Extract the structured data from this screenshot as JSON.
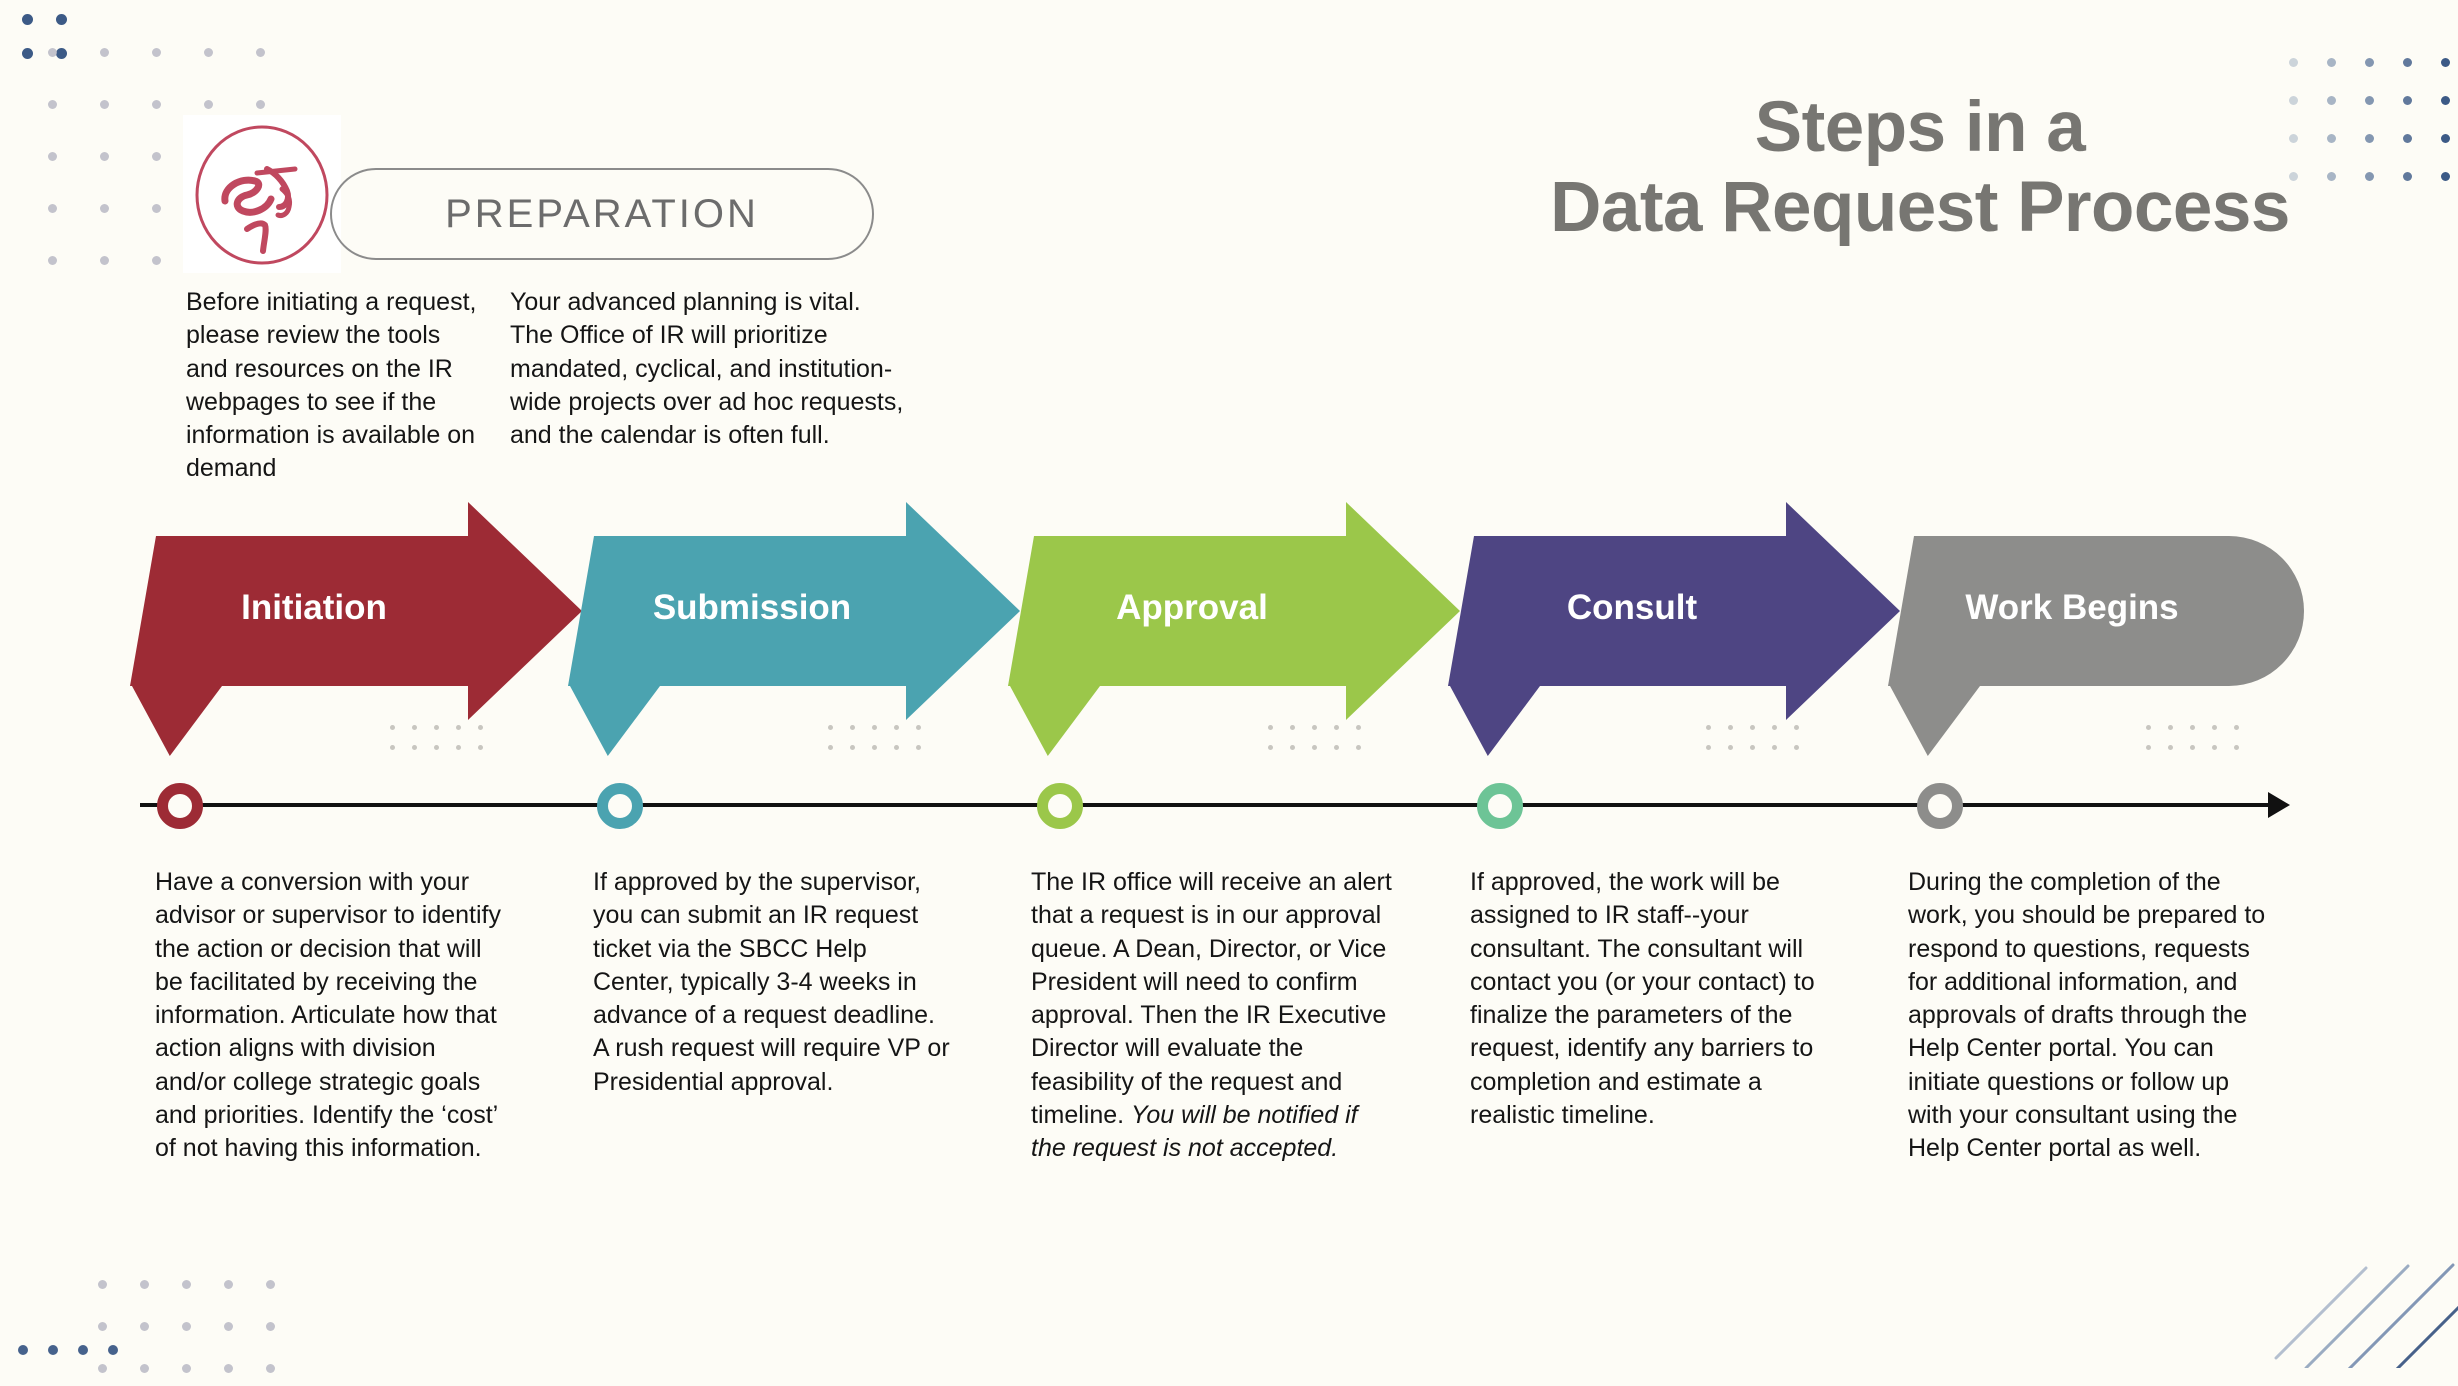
{
  "canvas": {
    "background": "#fdfcf6"
  },
  "header": {
    "badge": {
      "word": "Step",
      "number": "1",
      "color": "#c0485f"
    },
    "pill_label": "PREPARATION",
    "title_line1": "Steps in a",
    "title_line2": "Data Request Process",
    "title_color": "#777672"
  },
  "preparation_columns": [
    "Before initiating a request, please review the tools and resources on the IR webpages to see if the information is available on demand",
    "Your advanced planning is  vital. The Office of IR will prioritize mandated, cyclical, and institution-wide projects over ad hoc requests, and the calendar is often full."
  ],
  "steps": [
    {
      "label": "Initiation",
      "arrow_color": "#9d2b35",
      "node_color": "#9d2b35",
      "shape": "arrow",
      "description_plain": "Have a conversion with your advisor or supervisor to identify the action or decision that will be facilitated by receiving the information. Articulate how that action aligns with division and/or college strategic goals and priorities. Identify the ‘cost’ of not having this information.",
      "description_italic": ""
    },
    {
      "label": "Submission",
      "arrow_color": "#4ba3b0",
      "node_color": "#4ba3b0",
      "shape": "arrow",
      "description_plain": "If approved by the supervisor, you can submit an IR request ticket via the SBCC Help Center, typically 3-4 weeks in advance of a request deadline. A rush request will require VP or Presidential approval.",
      "description_italic": ""
    },
    {
      "label": "Approval",
      "arrow_color": "#9bc74a",
      "node_color": "#9bc74a",
      "shape": "arrow",
      "description_plain": "The IR office will receive an alert that a request is in our approval queue. A Dean, Director, or Vice President will need to confirm approval. Then the IR Executive Director will evaluate the feasibility of the request and timeline. ",
      "description_italic": "You will be notified if the request is not accepted."
    },
    {
      "label": "Consult",
      "arrow_color": "#4e4583",
      "node_color": "#6dc496",
      "shape": "arrow",
      "description_plain": "If approved, the work will be assigned to IR staff--your consultant. The consultant will contact you (or your contact) to finalize the parameters of the request, identify any barriers to completion and estimate a realistic timeline.",
      "description_italic": ""
    },
    {
      "label": "Work Begins",
      "arrow_color": "#8d8d8b",
      "node_color": "#8d8d8b",
      "shape": "rounded-end",
      "description_plain": "During the completion of the work, you should be prepared to respond to questions, requests for additional information, and approvals of drafts through the Help Center portal. You can initiate questions or follow up with your consultant using the Help Center portal as well.",
      "description_italic": ""
    }
  ],
  "decor": {
    "dot_blue": "#3c5a86",
    "dot_gray": "#b9b8c4",
    "dot_mini": "#c8c6c0",
    "diagonal_line": "#5a76a0"
  }
}
